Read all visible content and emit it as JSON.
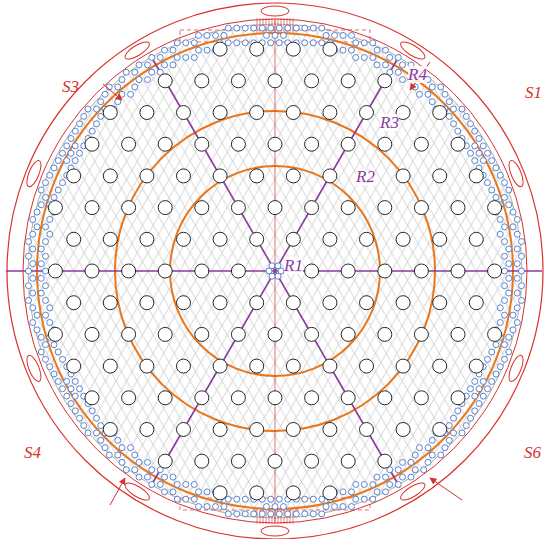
{
  "diagram": {
    "labels": [
      "S3",
      "R4",
      "S1",
      "R3",
      "R2",
      "R1",
      "S4",
      "S6"
    ]
  }
}
